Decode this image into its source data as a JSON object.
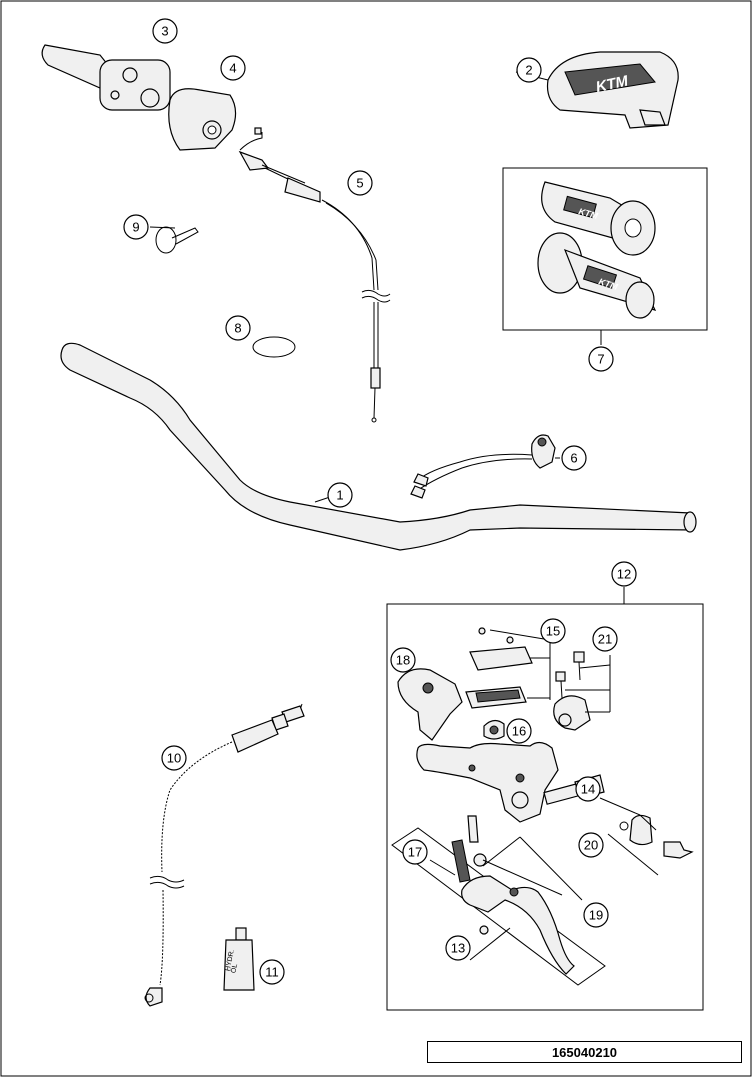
{
  "drawing_number": "165040210",
  "callouts": {
    "c1": "1",
    "c2": "2",
    "c3": "3",
    "c4": "4",
    "c5": "5",
    "c6": "6",
    "c7": "7",
    "c8": "8",
    "c9": "9",
    "c10": "10",
    "c11": "11",
    "c12": "12",
    "c13": "13",
    "c14": "14",
    "c15": "15",
    "c16": "16",
    "c17": "17",
    "c18": "18",
    "c19": "19",
    "c20": "20",
    "c21": "21"
  },
  "brand_logo": "KTM",
  "bottle_label": [
    "HYDR.",
    "ÖL"
  ]
}
